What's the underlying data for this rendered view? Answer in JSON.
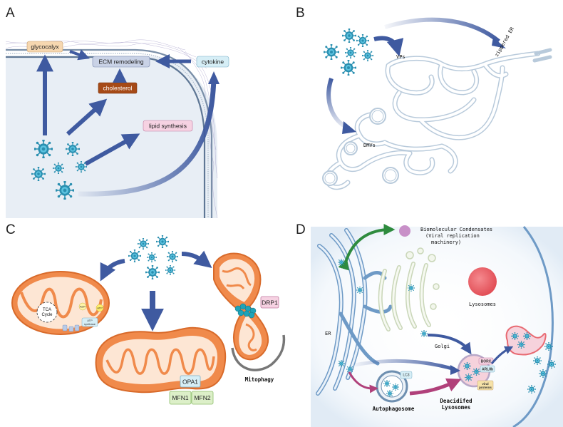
{
  "panels": {
    "a": {
      "label": "A",
      "glycocalyx": "glycocalyx",
      "ecm": "ECM remodeling",
      "cytokine": "cytokine",
      "cholesterol": "cholesterol",
      "lipid": "lipid synthesis"
    },
    "b": {
      "label": "B",
      "vps": "VPs",
      "zippered": "zippered ER",
      "dmvs": "DMVs"
    },
    "c": {
      "label": "C",
      "tca1": "TCA",
      "tca2": "Cycle",
      "atp_synthase1": "ATP",
      "atp_synthase2": "synthase",
      "adp": "ADP",
      "atp": "ATP",
      "drp1": "DRP1",
      "opa1": "OPA1",
      "mfn1": "MFN1",
      "mfn2": "MFN2",
      "mitophagy": "Mitophagy"
    },
    "d": {
      "label": "D",
      "bc1": "Biomolecular Condensates",
      "bc2": "(Viral replication",
      "bc3": "machinery)",
      "lysosomes": "Lysosomes",
      "er": "ER",
      "golgi": "Golgi",
      "lc3": "LC3",
      "autophagosome": "Autophagosome",
      "deacid1": "Deacidifed",
      "deacid2": "Lysosomes",
      "borc": "BORC",
      "arl8b": "ARL8b",
      "viral1": "viral",
      "viral2": "proteins"
    }
  },
  "colors": {
    "arrow_blue": "#3f5aa0",
    "virus": "#2a8fb0",
    "mito_orange": "#f08a4b",
    "cell_bg": "#e8eef5",
    "green_arrow": "#2e8b3e",
    "pink_arrow": "#b0407a",
    "lysosome_red": "#ee6a70",
    "condensate": "#c890c8"
  }
}
